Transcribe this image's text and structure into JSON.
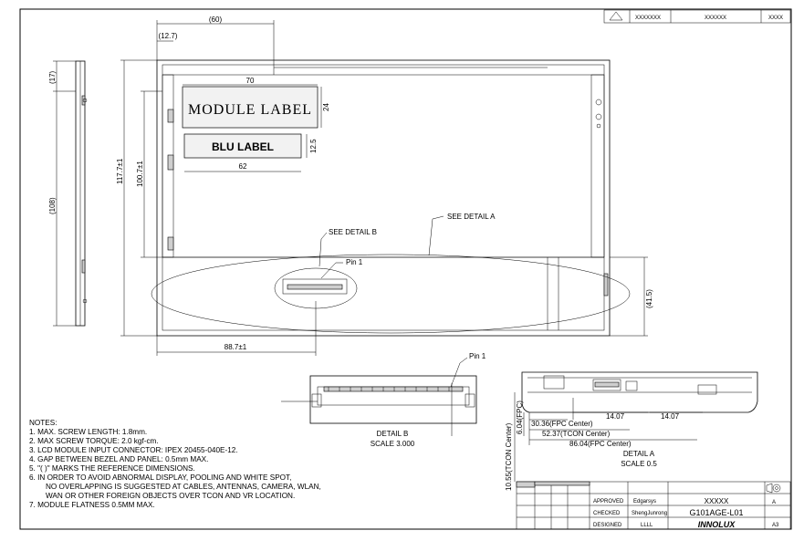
{
  "top_block": {
    "c1": "XXXXXXX",
    "c2": "XXXXXX",
    "c3": "XXXX"
  },
  "dims": {
    "d_60": "(60)",
    "d_12_7": "(12.7)",
    "d_70": "70",
    "d_24": "24",
    "d_12_5": "12.5",
    "d_62": "62",
    "d_117": "117.7±1",
    "d_100_7": "100.7±1",
    "d_17": "(17)",
    "d_108": "(108)",
    "d_41_5": "(41.5)",
    "d_88_7": "88.7±1",
    "d_pin1_a": "Pin 1",
    "d_pin1_b": "Pin 1",
    "d_10_55": "10.55(TCON Center)",
    "d_6_04": "6.04(FPC)",
    "d_30_36": "30.36(FPC Center)",
    "d_52_37": "52.37(TCON Center)",
    "d_86_04": "86.04(FPC Center)",
    "d_14_07a": "14.07",
    "d_14_07b": "14.07"
  },
  "labels": {
    "module_label": "MODULE LABEL",
    "blu_label": "BLU LABEL",
    "see_b": "SEE DETAIL B",
    "see_a": "SEE DETAIL A",
    "detail_b": "DETAIL B",
    "scale_b": "SCALE 3.000",
    "detail_a": "DETAIL A",
    "scale_a": "SCALE 0.5"
  },
  "notes": {
    "title": "NOTES:",
    "lines": [
      "1. MAX. SCREW LENGTH: 1.8mm.",
      "2. MAX SCREW TORQUE: 2.0 kgf-cm.",
      "3. LCD MODULE INPUT CONNECTOR: IPEX 20455-040E-12.",
      "4. GAP BETWEEN BEZEL AND PANEL: 0.5mm MAX.",
      "5. \"( )\" MARKS THE REFERENCE DIMENSIONS.",
      "6. IN ORDER TO AVOID ABNORMAL DISPLAY, POOLING AND WHITE SPOT,",
      "NO OVERLAPPING IS SUGGESTED AT CABLES, ANTENNAS, CAMERA, WLAN,",
      "WAN OR OTHER FOREIGN OBJECTS OVER TCON AND VR LOCATION.",
      "7. MODULE FLATNESS 0.5MM MAX."
    ]
  },
  "title_block": {
    "approved_label": "APPROVED",
    "approved_name": "Edgarsys",
    "checked_label": "CHECKED",
    "checked_name": "ShengJunrong",
    "designed_label": "DESIGNED",
    "designed_name": "LLLL",
    "model_code": "XXXXX",
    "model": "G101AGE-L01",
    "company": "INNOLUX",
    "sheet": "A3",
    "rev": "A"
  }
}
